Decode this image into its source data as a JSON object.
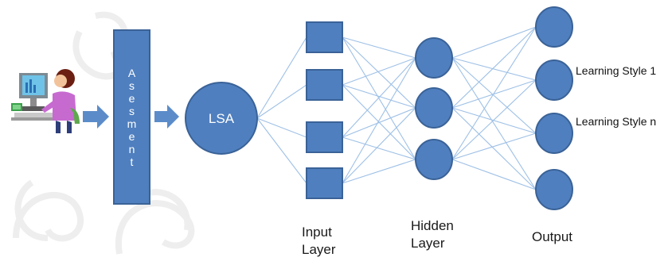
{
  "assessment": {
    "letters": [
      "A",
      "s",
      "e",
      "s",
      "m",
      "e",
      "n",
      "t"
    ]
  },
  "lsa": {
    "label": "LSA"
  },
  "layers": {
    "input": {
      "line1": "Input",
      "line2": "Layer"
    },
    "hidden": {
      "line1": "Hidden",
      "line2": "Layer"
    },
    "output": {
      "line1": "Output"
    }
  },
  "output_labels": {
    "first": "Learning Style 1",
    "last": "Learning Style n"
  },
  "colors": {
    "node_fill": "#4f7fbf",
    "node_stroke": "#3a6297",
    "edge": "#9ec0e6",
    "arrow": "#5b8cc9"
  }
}
